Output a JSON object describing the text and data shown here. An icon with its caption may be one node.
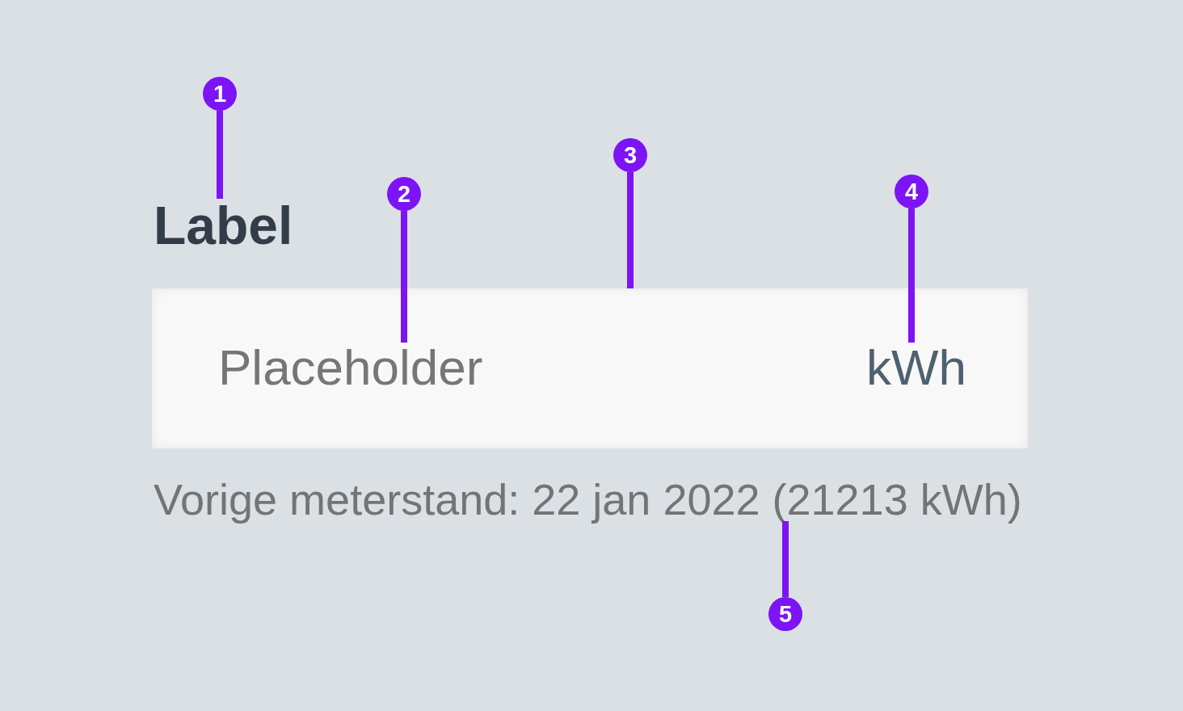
{
  "diagram": {
    "nodes": [
      {
        "text": [
          "1"
        ]
      },
      {
        "text": [
          "Label"
        ]
      },
      {
        "text": [
          "2"
        ]
      },
      {
        "text": [
          "3"
        ]
      },
      {
        "text": [
          "4"
        ]
      },
      {
        "text": [],
        "shape": "box"
      },
      {
        "text": [
          "Placeholder"
        ],
        "in": 5
      },
      {
        "text": [
          "kWh"
        ],
        "in": 5
      },
      {
        "text": [
          "Vorige meterstand: 22 jan 2022 (21213 kWh)"
        ]
      },
      {
        "text": [
          "5"
        ]
      }
    ],
    "edges": [
      {
        "from": 0,
        "to": 1,
        "arrow": "none"
      },
      {
        "from": 2,
        "to": 6,
        "arrow": "none"
      },
      {
        "from": 3,
        "to": 5,
        "arrow": "none"
      },
      {
        "from": 4,
        "to": 7,
        "arrow": "none"
      },
      {
        "from": 9,
        "to": 8,
        "arrow": "none"
      }
    ]
  }
}
